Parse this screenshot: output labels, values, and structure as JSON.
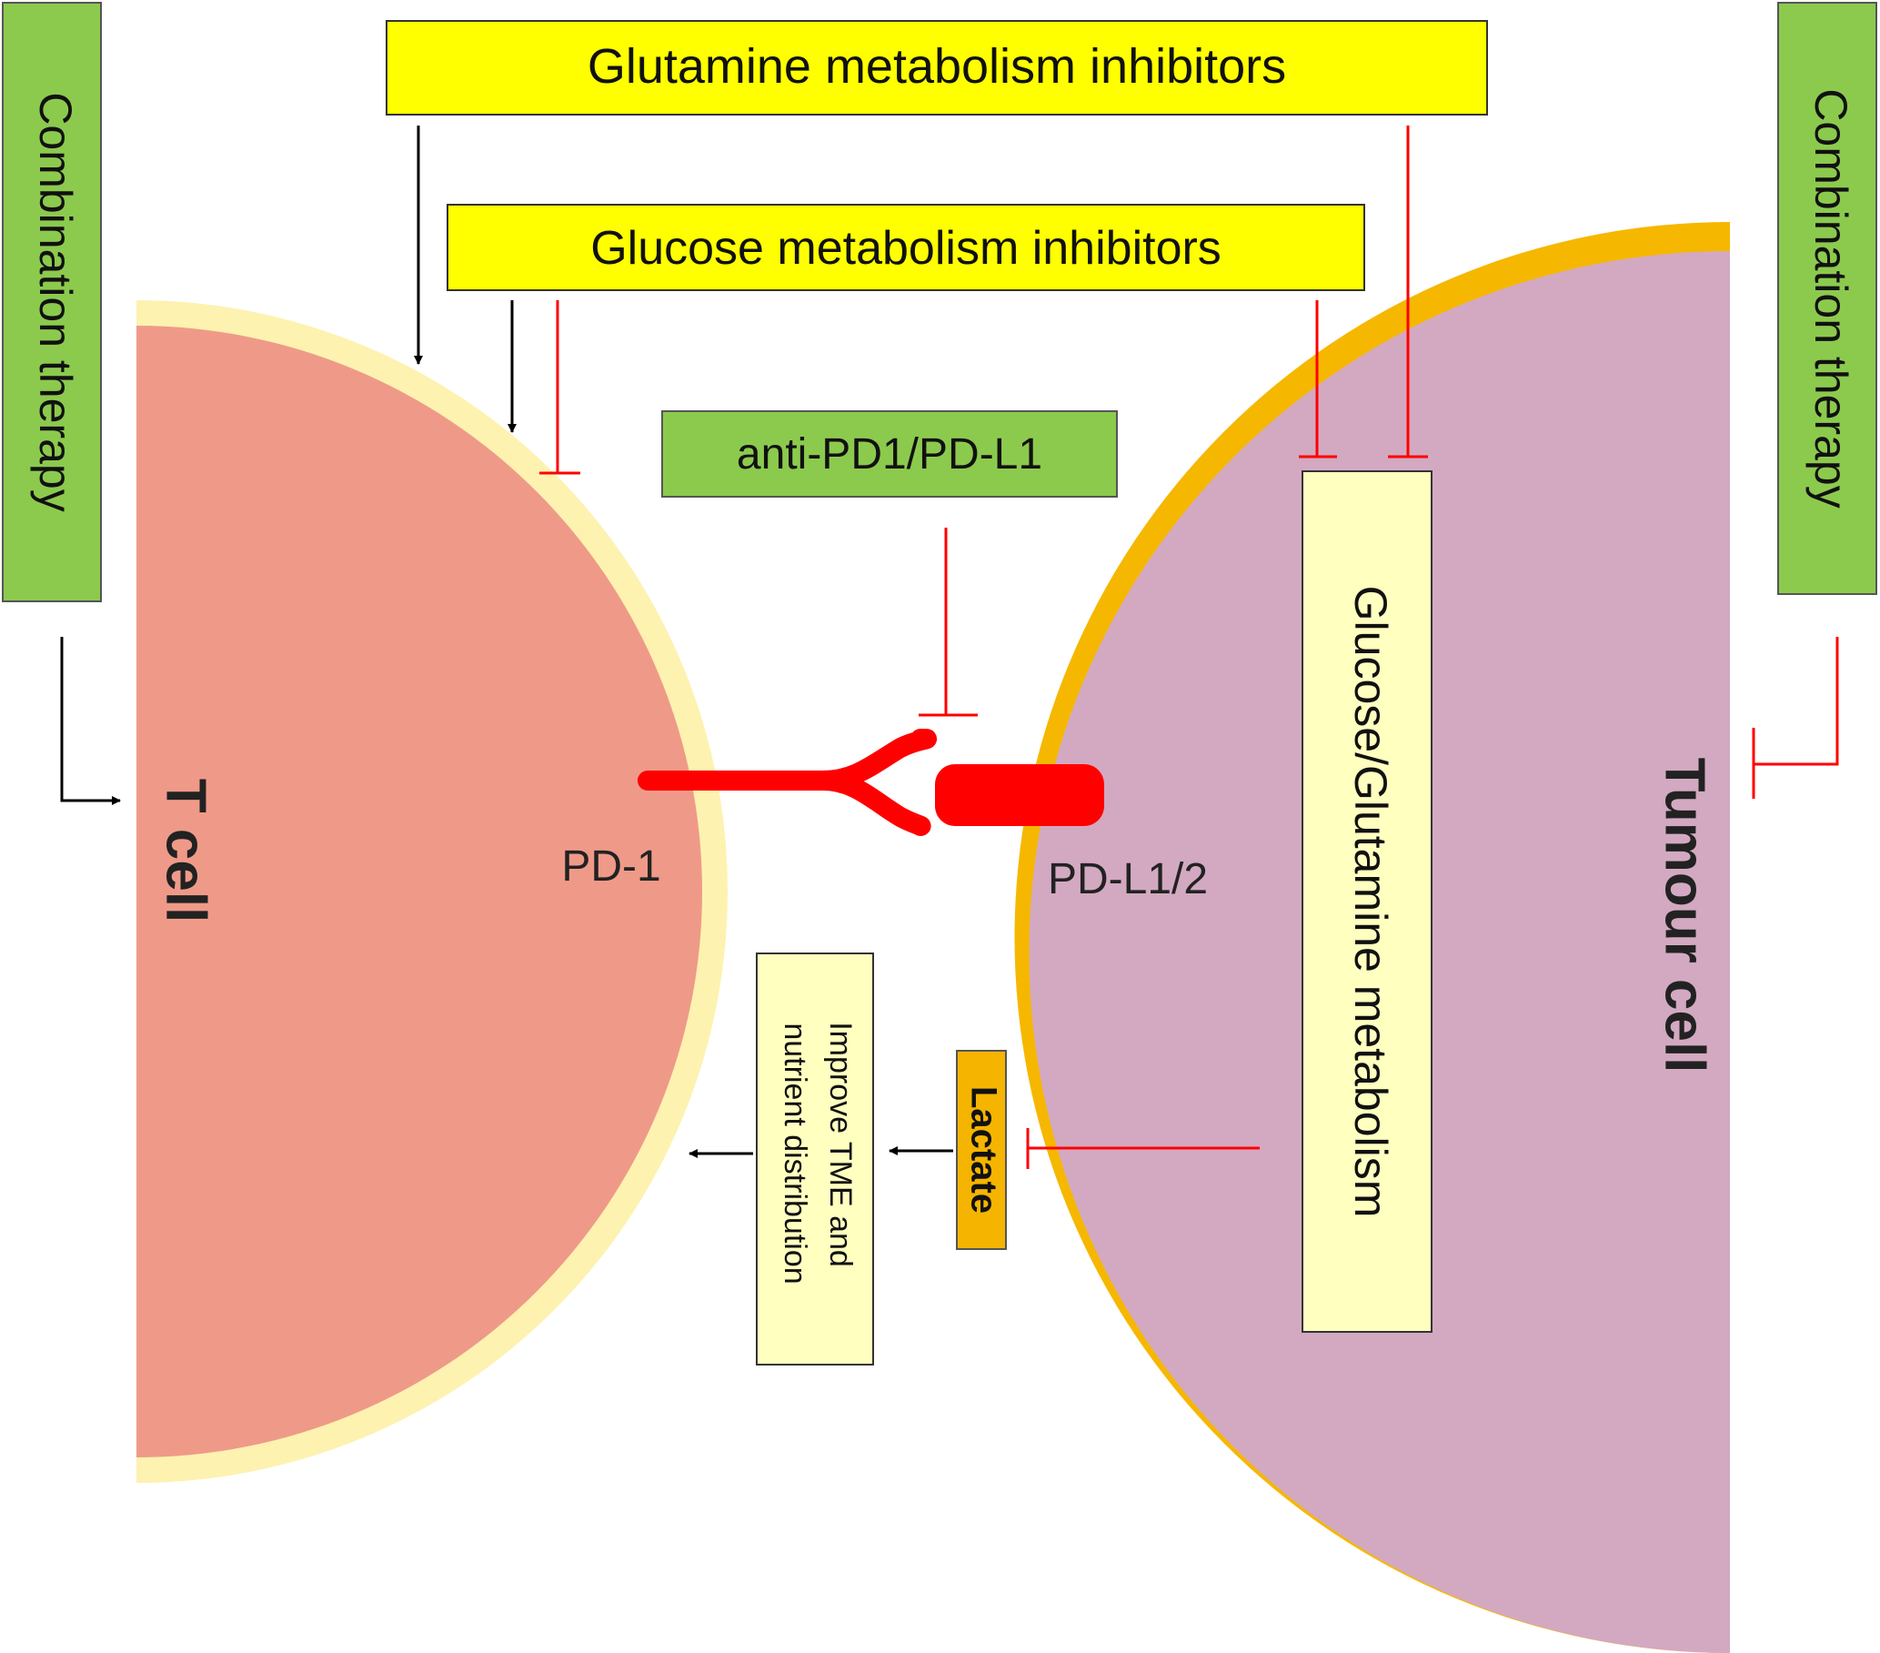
{
  "colors": {
    "t_cell_fill": "#ef9a88",
    "t_cell_membrane": "#fdf2b0",
    "tumour_fill": "#d3a9c1",
    "tumour_membrane": "#f6b700",
    "yellow_box": "#ffff00",
    "green_box": "#8cca4e",
    "pale_box": "#ffffc0",
    "lactate_box": "#f5b400",
    "inhibit_red": "#ff0000",
    "receptor_red": "#ff0000",
    "arrow_black": "#000000"
  },
  "labels": {
    "glutamine_inhibitors": "Glutamine metabolism inhibitors",
    "glucose_inhibitors": "Glucose metabolism inhibitors",
    "anti_pd1": "anti-PD1/PD-L1",
    "combo_left": "Combination therapy",
    "combo_right": "Combination therapy",
    "t_cell": "T cell",
    "tumour_cell": "Tumour cell",
    "pd1": "PD-1",
    "pdl1": "PD-L1/2",
    "metabolism": "Glucose/Glutamine metabolism",
    "lactate": "Lactate",
    "improve_line1": "Improve TME and",
    "improve_line2": "nutrient distribution"
  }
}
